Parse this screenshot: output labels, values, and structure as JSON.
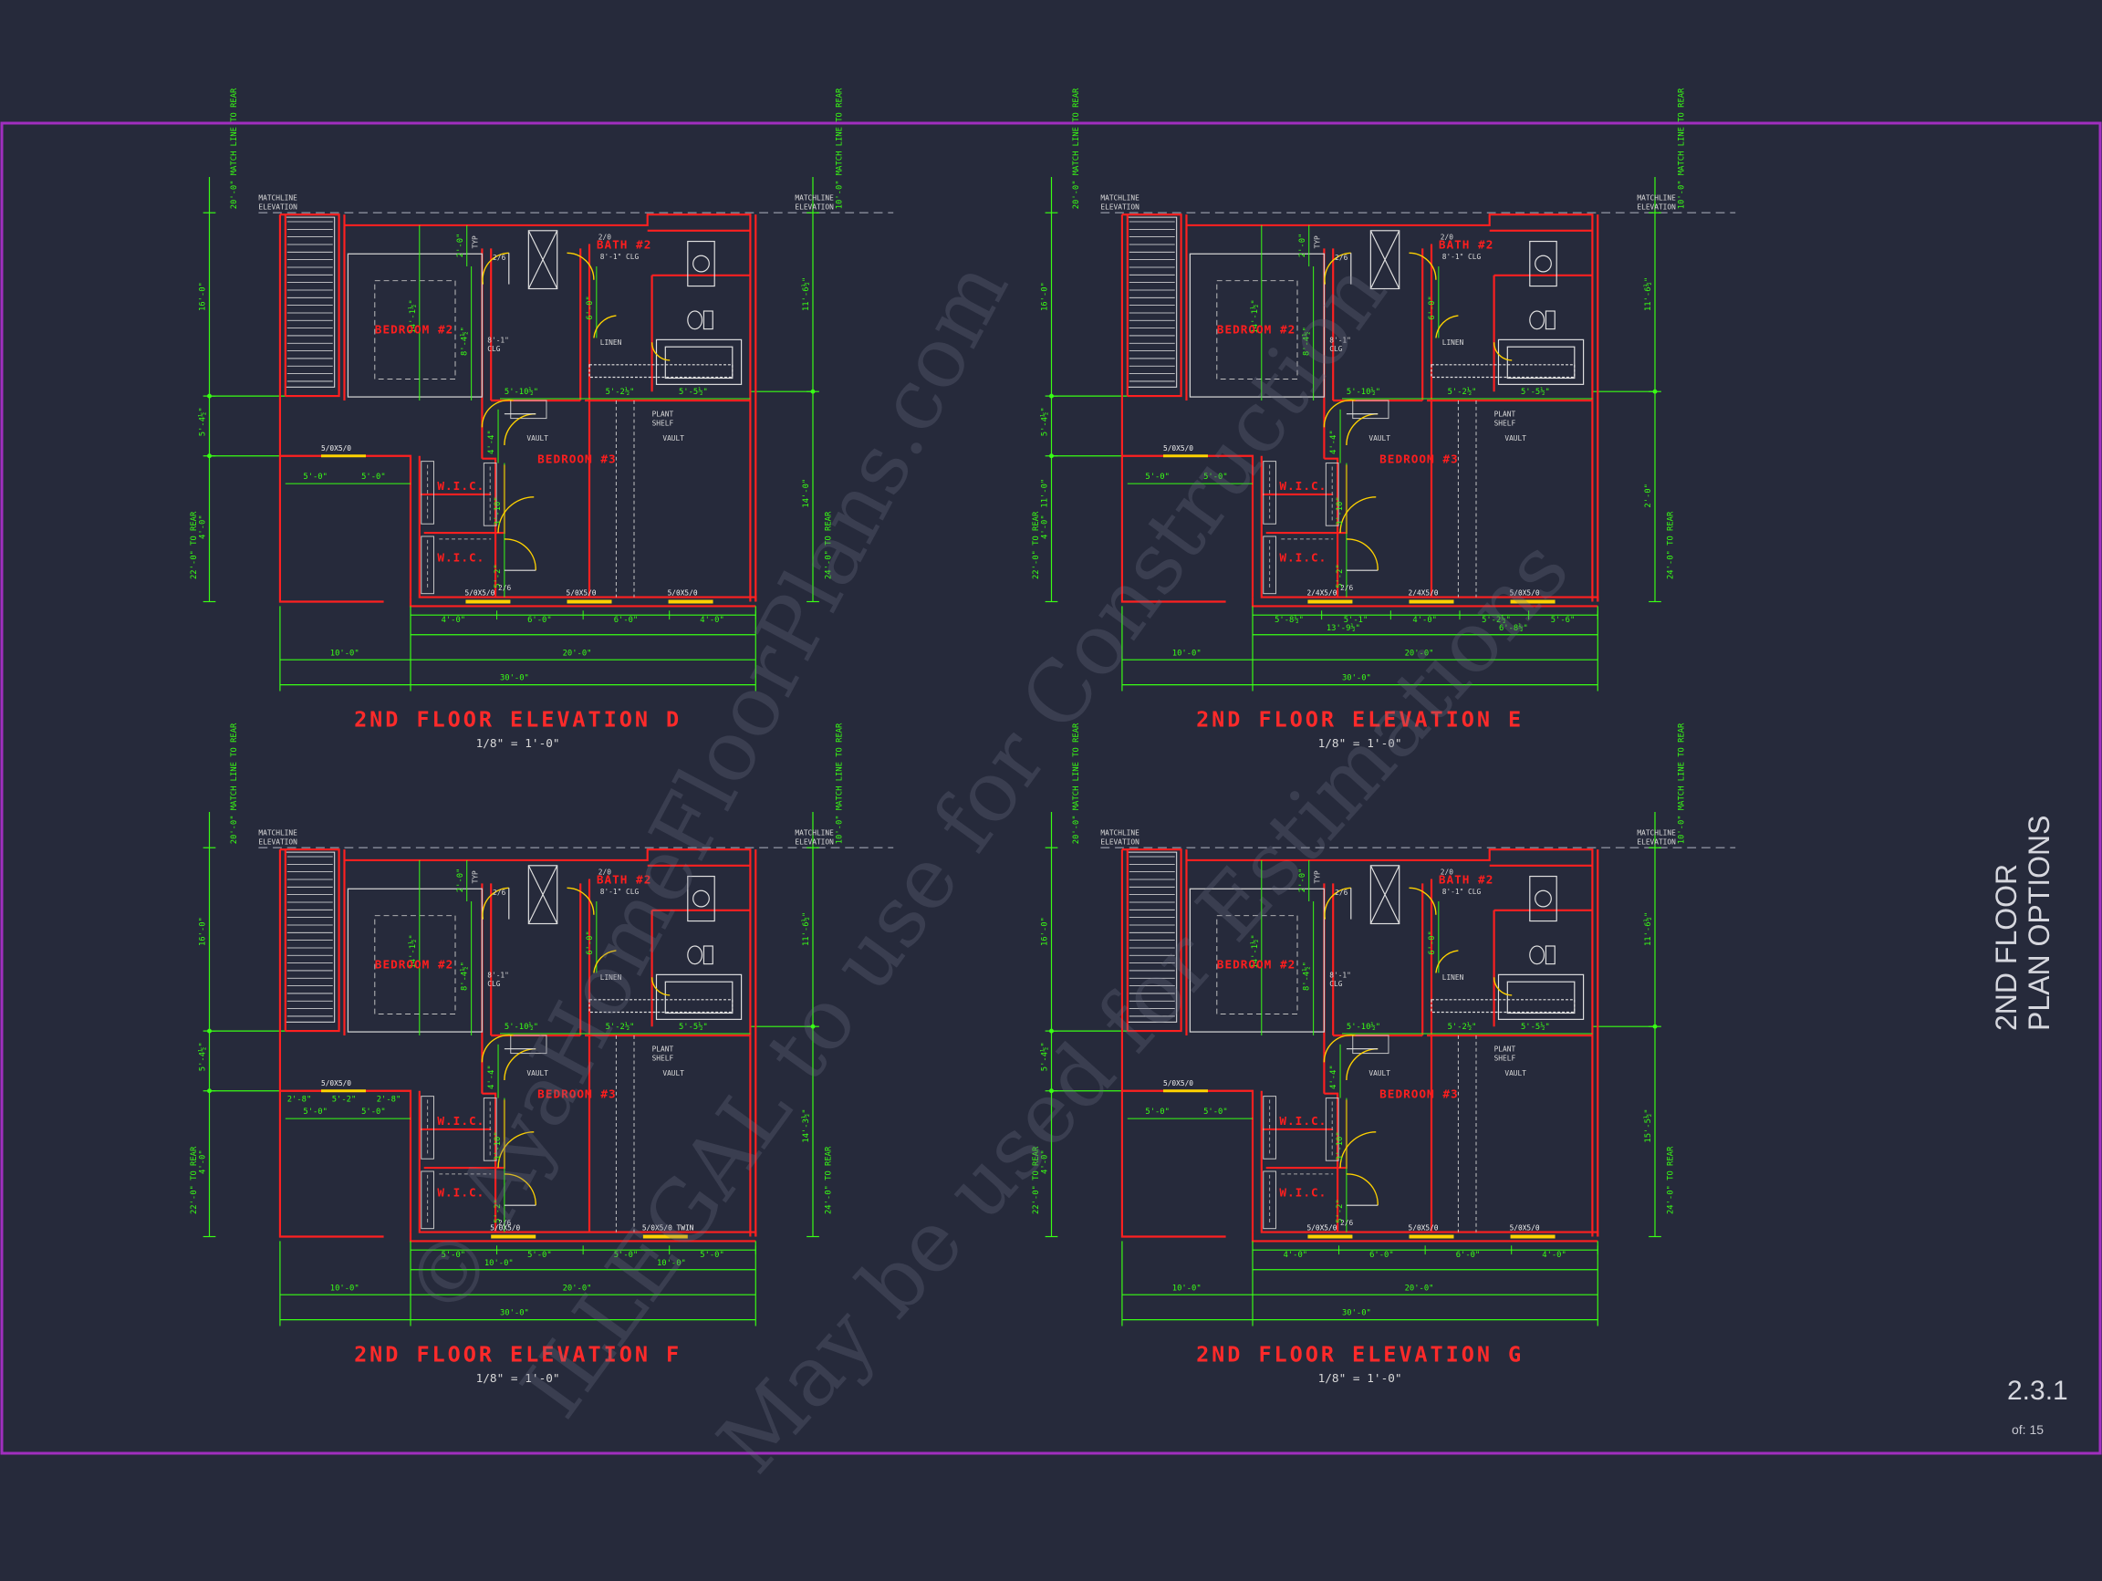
{
  "sheet": {
    "side_title_line1": "2ND FLOOR",
    "side_title_line2": "PLAN OPTIONS",
    "sheet_number": "2.3.1",
    "sheet_of": "of: 15",
    "border_color": "#a02fbf",
    "background": "#262a3b"
  },
  "watermark": {
    "line1": "© AyaHomeFloorPlans.com",
    "line2": "ILLEGAL to use for Construction",
    "line3": "May be used for Estimations"
  },
  "common": {
    "matchline_top": "MATCHLINE",
    "matchline_bottom": "ELEVATION",
    "match_side_left": "20'-0\" MATCH LINE TO REAR",
    "match_side_right": "10'-0\" MATCH LINE TO REAR",
    "rear_left": "22'-0\" TO REAR",
    "rear_right": "24'-0\" TO REAR",
    "bedroom2": "BEDROOM #2",
    "bedroom3": "BEDROOM #3",
    "bath2": "BATH #2",
    "wic": "W.I.C.",
    "linen": "LINEN",
    "plant_shelf1": "PLANT",
    "plant_shelf2": "SHELF",
    "vault": "VAULT",
    "clg_bath": "8'-1\" CLG",
    "clg_bed1": "8'-1\"",
    "clg_bed2": "CLG",
    "door26": "2/6",
    "door20": "2/0",
    "typ": "TYP",
    "d_2_0": "2'-0\"",
    "d_16_0": "16'-0\"",
    "d_5_4": "5'-4½\"",
    "d_4_0": "4'-0\"",
    "d_11_6": "11'-6½\"",
    "d_15_5": "15'-5½\"",
    "d_14_1": "14'-1½\"",
    "d_8_4": "8'-4½\"",
    "d_6_0": "6'-0\"",
    "d_5_10": "5'-10½\"",
    "d_5_2": "5'-2½\"",
    "d_5_5": "5'-5½\"",
    "d_4_4": "4'-4\"",
    "d_3_10": "3'-10\"",
    "d_5_2b": "5'-2\"",
    "d_10_0": "10'-0\"",
    "d_20_0": "20'-0\"",
    "d_30_0": "30'-0\"",
    "d_5_0": "5'-0\"",
    "win_5050": "5/0X5/0"
  },
  "plans": [
    {
      "title": "2ND FLOOR ELEVATION D",
      "scale": "1/8\" = 1'-0\"",
      "bottom_windows": [
        "5/0X5/0",
        "5/0X5/0",
        "5/0X5/0"
      ],
      "bottom_dims": [
        "4'-0\"",
        "6'-0\"",
        "6'-0\"",
        "4'-0\""
      ],
      "right_dim": "14'-0\""
    },
    {
      "title": "2ND FLOOR ELEVATION E",
      "scale": "1/8\" = 1'-0\"",
      "bottom_windows": [
        "2/4X5/0",
        "2/4X5/0",
        "5/0X5/0"
      ],
      "bottom_dims": [
        "5'-8½\"",
        "5'-1\"",
        "4'-0\"",
        "5'-2½\"",
        "5'-6\""
      ],
      "sub_dims": [
        "13'-9½\"",
        "6'-8½\""
      ],
      "right_dim": "2'-0\"",
      "left_extra": "11'-0\""
    },
    {
      "title": "2ND FLOOR ELEVATION F",
      "scale": "1/8\" = 1'-0\"",
      "bottom_windows": [
        "5/0X5/0",
        "5/0X5/0 TWIN"
      ],
      "bottom_dims": [
        "5'-0\"",
        "5'-0\"",
        "5'-0\"",
        "5'-0\""
      ],
      "sub_dims": [
        "10'-0\"",
        "10'-0\""
      ],
      "top_dims": [
        "2'-8\"",
        "5'-2\"",
        "2'-8\""
      ],
      "right_dim": "14'-3½\""
    },
    {
      "title": "2ND FLOOR ELEVATION G",
      "scale": "1/8\" = 1'-0\"",
      "bottom_windows": [
        "5/0X5/0",
        "5/0X5/0",
        "5/0X5/0"
      ],
      "bottom_dims": [
        "4'-0\"",
        "6'-0\"",
        "6'-0\"",
        "4'-0\""
      ],
      "right_dim": "15'-5½\""
    }
  ]
}
